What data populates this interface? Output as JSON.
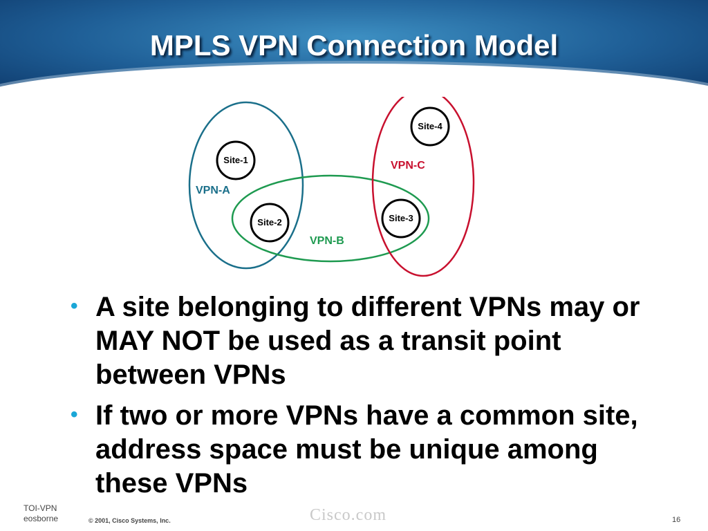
{
  "slide": {
    "title": "MPLS VPN Connection Model"
  },
  "diagram": {
    "vpns": [
      {
        "id": "vpn-a",
        "label": "VPN-A",
        "color": "#1a6f8a"
      },
      {
        "id": "vpn-b",
        "label": "VPN-B",
        "color": "#1e9a50"
      },
      {
        "id": "vpn-c",
        "label": "VPN-C",
        "color": "#c8102e"
      }
    ],
    "sites": [
      {
        "label": "Site-1"
      },
      {
        "label": "Site-2"
      },
      {
        "label": "Site-3"
      },
      {
        "label": "Site-4"
      }
    ]
  },
  "bullets": [
    "A site belonging to different VPNs may or MAY NOT be used as a transit point between VPNs",
    "If two or more VPNs have a common site, address space must be unique among these VPNs"
  ],
  "footer": {
    "line1": "TOI-VPN",
    "line2": "eosborne",
    "copyright": "© 2001, Cisco Systems, Inc.",
    "brand": "Cisco.com",
    "page_number": "16"
  },
  "colors": {
    "bullet_marker": "#1aa7d7",
    "header_blue": "#1f5f97"
  }
}
